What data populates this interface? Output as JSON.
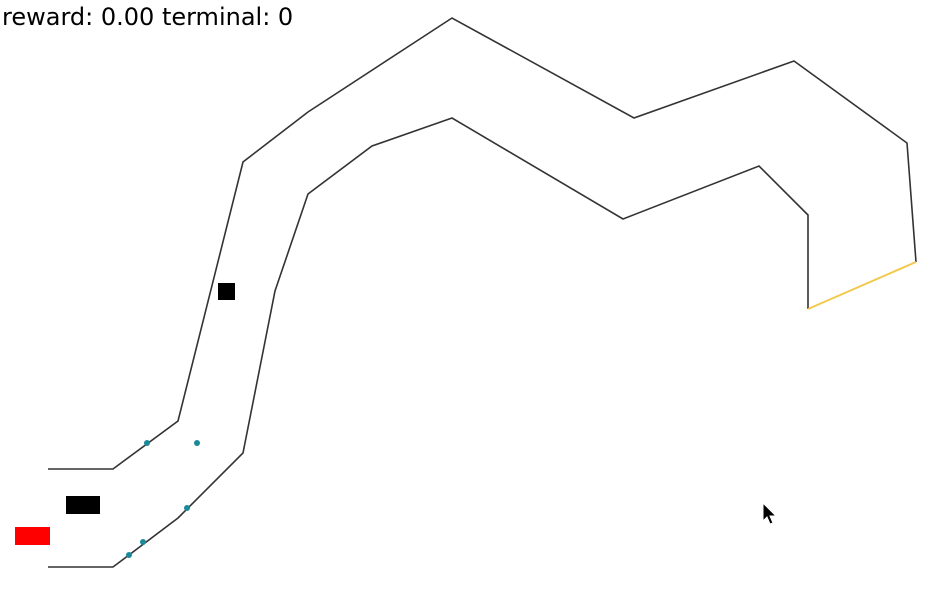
{
  "hud": {
    "reward_label": "reward:",
    "reward_value": "0.00",
    "terminal_label": "terminal:",
    "terminal_value": "0"
  },
  "colors": {
    "background": "#ffffff",
    "track_wall": "#333333",
    "finish_line": "#f2c94c",
    "player_car": "#ff0000",
    "obstacle": "#000000",
    "sensor_dot": "#1a8a9a",
    "cursor": "#000000"
  },
  "icons": {
    "cursor": "mouse-pointer-icon"
  }
}
